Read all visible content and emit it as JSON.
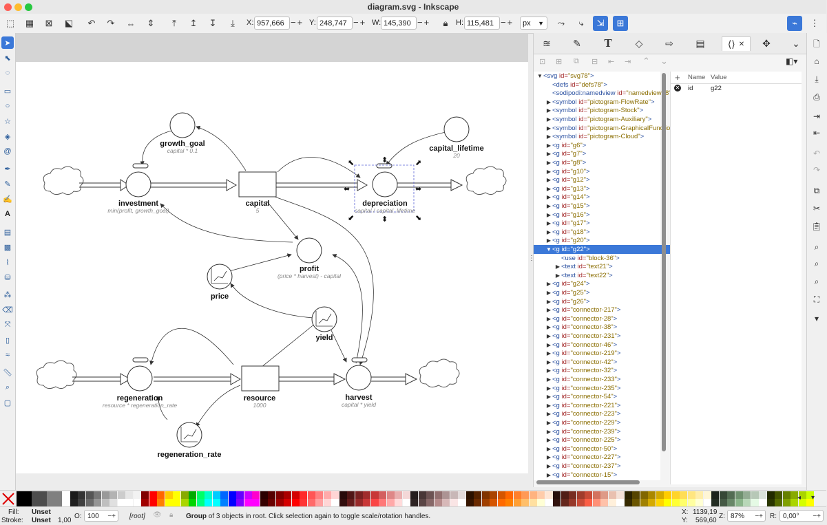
{
  "window": {
    "title": "diagram.svg - Inkscape"
  },
  "toolbar": {
    "x_label": "X:",
    "x_value": "957,666",
    "y_label": "Y:",
    "y_value": "248,747",
    "w_label": "W:",
    "w_value": "145,390",
    "h_label": "H:",
    "h_value": "115,481",
    "unit": "px",
    "icons": [
      "select-all-icon",
      "select-all-layers-icon",
      "deselect-icon",
      "select-same-icon",
      "rotate-ccw-icon",
      "rotate-cw-icon",
      "flip-horizontal-icon",
      "flip-vertical-icon",
      "raise-to-top-icon",
      "raise-icon",
      "lower-icon",
      "lower-to-bottom-icon",
      "lock-icon",
      "scale-stroke-icon",
      "scale-corners-icon",
      "move-gradients-icon",
      "move-patterns-icon",
      "snap-icon"
    ]
  },
  "diagram": {
    "nodes": [
      {
        "label": "growth_goal",
        "eq": "capital * 0.1"
      },
      {
        "label": "capital_lifetime",
        "eq": "20"
      },
      {
        "label": "investment",
        "eq": "min(profit, growth_goal)"
      },
      {
        "label": "capital",
        "eq": "5"
      },
      {
        "label": "depreciation",
        "eq": "capital / capital_lifetime"
      },
      {
        "label": "profit",
        "eq": "(price * harvest) - capital"
      },
      {
        "label": "price",
        "eq": ""
      },
      {
        "label": "yield",
        "eq": ""
      },
      {
        "label": "regeneration",
        "eq": "resource * regeneration_rate"
      },
      {
        "label": "resource",
        "eq": "1000"
      },
      {
        "label": "harvest",
        "eq": "capital * yield"
      },
      {
        "label": "regeneration_rate",
        "eq": ""
      }
    ]
  },
  "xml_tree": {
    "rows": [
      {
        "indent": 0,
        "toggle": "open",
        "tag": "svg",
        "id": "svg78",
        "selected": false
      },
      {
        "indent": 1,
        "toggle": "none",
        "tag": "defs",
        "id": "defs78",
        "selected": false
      },
      {
        "indent": 1,
        "toggle": "none",
        "tag": "sodipodi:namedview",
        "id": "namedview78",
        "selected": false
      },
      {
        "indent": 1,
        "toggle": "closed",
        "tag": "symbol",
        "id": "pictogram-FlowRate",
        "selected": false
      },
      {
        "indent": 1,
        "toggle": "closed",
        "tag": "symbol",
        "id": "pictogram-Stock",
        "selected": false
      },
      {
        "indent": 1,
        "toggle": "closed",
        "tag": "symbol",
        "id": "pictogram-Auxiliary",
        "selected": false
      },
      {
        "indent": 1,
        "toggle": "closed",
        "tag": "symbol",
        "id": "pictogram-GraphicalFunctio",
        "selected": false
      },
      {
        "indent": 1,
        "toggle": "closed",
        "tag": "symbol",
        "id": "pictogram-Cloud",
        "selected": false
      },
      {
        "indent": 1,
        "toggle": "closed",
        "tag": "g",
        "id": "g6",
        "selected": false
      },
      {
        "indent": 1,
        "toggle": "closed",
        "tag": "g",
        "id": "g7",
        "selected": false
      },
      {
        "indent": 1,
        "toggle": "closed",
        "tag": "g",
        "id": "g8",
        "selected": false
      },
      {
        "indent": 1,
        "toggle": "closed",
        "tag": "g",
        "id": "g10",
        "selected": false
      },
      {
        "indent": 1,
        "toggle": "closed",
        "tag": "g",
        "id": "g12",
        "selected": false
      },
      {
        "indent": 1,
        "toggle": "closed",
        "tag": "g",
        "id": "g13",
        "selected": false
      },
      {
        "indent": 1,
        "toggle": "closed",
        "tag": "g",
        "id": "g14",
        "selected": false
      },
      {
        "indent": 1,
        "toggle": "closed",
        "tag": "g",
        "id": "g15",
        "selected": false
      },
      {
        "indent": 1,
        "toggle": "closed",
        "tag": "g",
        "id": "g16",
        "selected": false
      },
      {
        "indent": 1,
        "toggle": "closed",
        "tag": "g",
        "id": "g17",
        "selected": false
      },
      {
        "indent": 1,
        "toggle": "closed",
        "tag": "g",
        "id": "g18",
        "selected": false
      },
      {
        "indent": 1,
        "toggle": "closed",
        "tag": "g",
        "id": "g20",
        "selected": false
      },
      {
        "indent": 1,
        "toggle": "open",
        "tag": "g",
        "id": "g22",
        "selected": true
      },
      {
        "indent": 2,
        "toggle": "none",
        "tag": "use",
        "id": "block-36",
        "selected": false
      },
      {
        "indent": 2,
        "toggle": "closed",
        "tag": "text",
        "id": "text21",
        "selected": false
      },
      {
        "indent": 2,
        "toggle": "closed",
        "tag": "text",
        "id": "text22",
        "selected": false
      },
      {
        "indent": 1,
        "toggle": "closed",
        "tag": "g",
        "id": "g24",
        "selected": false
      },
      {
        "indent": 1,
        "toggle": "closed",
        "tag": "g",
        "id": "g25",
        "selected": false
      },
      {
        "indent": 1,
        "toggle": "closed",
        "tag": "g",
        "id": "g26",
        "selected": false
      },
      {
        "indent": 1,
        "toggle": "closed",
        "tag": "g",
        "id": "connector-217",
        "selected": false
      },
      {
        "indent": 1,
        "toggle": "closed",
        "tag": "g",
        "id": "connector-28",
        "selected": false
      },
      {
        "indent": 1,
        "toggle": "closed",
        "tag": "g",
        "id": "connector-38",
        "selected": false
      },
      {
        "indent": 1,
        "toggle": "closed",
        "tag": "g",
        "id": "connector-231",
        "selected": false
      },
      {
        "indent": 1,
        "toggle": "closed",
        "tag": "g",
        "id": "connector-46",
        "selected": false
      },
      {
        "indent": 1,
        "toggle": "closed",
        "tag": "g",
        "id": "connector-219",
        "selected": false
      },
      {
        "indent": 1,
        "toggle": "closed",
        "tag": "g",
        "id": "connector-42",
        "selected": false
      },
      {
        "indent": 1,
        "toggle": "closed",
        "tag": "g",
        "id": "connector-32",
        "selected": false
      },
      {
        "indent": 1,
        "toggle": "closed",
        "tag": "g",
        "id": "connector-233",
        "selected": false
      },
      {
        "indent": 1,
        "toggle": "closed",
        "tag": "g",
        "id": "connector-235",
        "selected": false
      },
      {
        "indent": 1,
        "toggle": "closed",
        "tag": "g",
        "id": "connector-54",
        "selected": false
      },
      {
        "indent": 1,
        "toggle": "closed",
        "tag": "g",
        "id": "connector-221",
        "selected": false
      },
      {
        "indent": 1,
        "toggle": "closed",
        "tag": "g",
        "id": "connector-223",
        "selected": false
      },
      {
        "indent": 1,
        "toggle": "closed",
        "tag": "g",
        "id": "connector-229",
        "selected": false
      },
      {
        "indent": 1,
        "toggle": "closed",
        "tag": "g",
        "id": "connector-239",
        "selected": false
      },
      {
        "indent": 1,
        "toggle": "closed",
        "tag": "g",
        "id": "connector-225",
        "selected": false
      },
      {
        "indent": 1,
        "toggle": "closed",
        "tag": "g",
        "id": "connector-50",
        "selected": false
      },
      {
        "indent": 1,
        "toggle": "closed",
        "tag": "g",
        "id": "connector-227",
        "selected": false
      },
      {
        "indent": 1,
        "toggle": "closed",
        "tag": "g",
        "id": "connector-237",
        "selected": false
      },
      {
        "indent": 1,
        "toggle": "closed",
        "tag": "g",
        "id": "connector-15",
        "selected": false
      }
    ]
  },
  "attributes": {
    "header_name": "Name",
    "header_value": "Value",
    "add_symbol": "+",
    "rows": [
      {
        "name": "id",
        "value": "g22"
      }
    ]
  },
  "statusbar": {
    "fill_label": "Fill:",
    "fill_value": "Unset",
    "stroke_label": "Stroke:",
    "stroke_value": "Unset",
    "stroke_width": "1,00",
    "opacity_label": "O:",
    "opacity_value": "100",
    "layer": "[root]",
    "message_bold": "Group",
    "message_rest": " of 3 objects in root. Click selection again to toggle scale/rotation handles.",
    "cursor_x_label": "X:",
    "cursor_x": "1139,19",
    "cursor_y_label": "Y:",
    "cursor_y": "569,60",
    "zoom_label": "Z:",
    "zoom": "87%",
    "rotate_label": "R:",
    "rotate": "0,00°"
  },
  "palette": {
    "colors": [
      "#000000",
      "#4d4d4d",
      "#808080",
      "#ffffff",
      "#1a1a1a",
      "#333333",
      "#555555",
      "#777777",
      "#999999",
      "#b3b3b3",
      "#cccccc",
      "#e6e6e6",
      "#f2f2f2",
      "#800000",
      "#ff0000",
      "#ff6600",
      "#ffcc00",
      "#ffff00",
      "#88aa00",
      "#00aa00",
      "#00ff66",
      "#00ffcc",
      "#00ccff",
      "#0066ff",
      "#0000ff",
      "#6600ff",
      "#cc00ff",
      "#ff00cc",
      "#2b0000",
      "#550000",
      "#800000",
      "#aa0000",
      "#d40000",
      "#ff2a2a",
      "#ff5555",
      "#ff8080",
      "#ffaaaa",
      "#ffd5d5",
      "#280b0b",
      "#501616",
      "#782121",
      "#a02c2c",
      "#c83737",
      "#d35f5f",
      "#de8787",
      "#e9afaf",
      "#f4d7d7",
      "#241c1c",
      "#483737",
      "#6c5353",
      "#916f6f",
      "#ac9393",
      "#c8b7b7",
      "#e3dbdb",
      "#2b1100",
      "#552200",
      "#803300",
      "#aa4400",
      "#d45500",
      "#ff6600",
      "#ff7f2a",
      "#ff9955",
      "#ffb380",
      "#ffccaa",
      "#ffe6d5",
      "#280f0b",
      "#501e16",
      "#782d21",
      "#a03c2c",
      "#c84b37",
      "#d3735f",
      "#de9a87",
      "#e9c0af",
      "#f4e1d7",
      "#2b2200",
      "#554400",
      "#806600",
      "#aa8800",
      "#d4aa00",
      "#ffcc00",
      "#ffd42a",
      "#ffdd55",
      "#ffe680",
      "#ffeeaa",
      "#fff6d5",
      "#1c241c",
      "#374837",
      "#536c53",
      "#6f916f",
      "#93ac93",
      "#b7c8b7",
      "#dbe3db",
      "#222b00",
      "#445500",
      "#668000",
      "#88aa00",
      "#aad400",
      "#ccff00"
    ]
  }
}
